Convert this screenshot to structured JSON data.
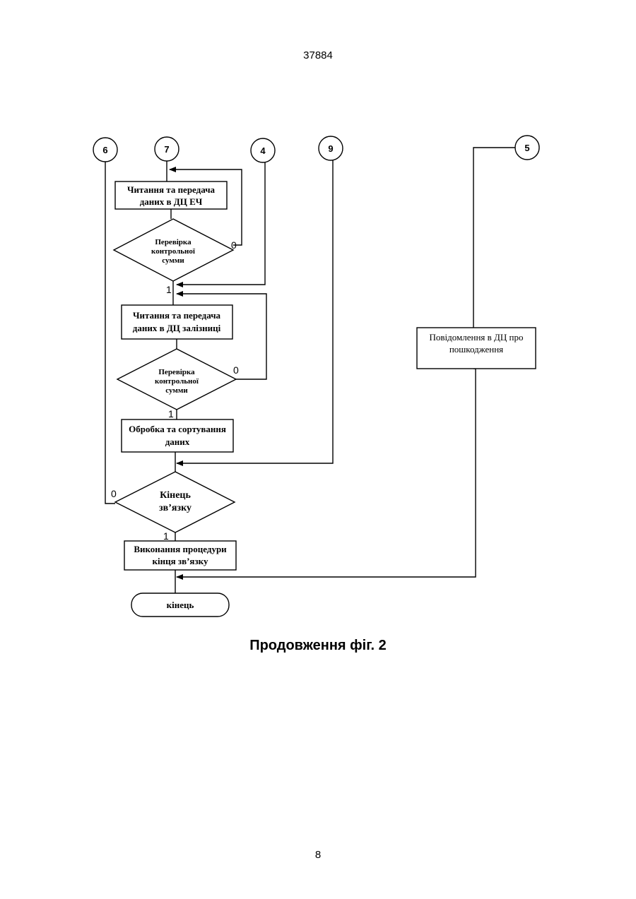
{
  "header": {
    "page_code": "37884"
  },
  "footer": {
    "page_number": "8"
  },
  "caption": "Продовження фіг. 2",
  "connectors": {
    "c6": "6",
    "c7": "7",
    "c4": "4",
    "c9": "9",
    "c5": "5"
  },
  "nodes": {
    "read_ech": [
      "Читання та передача",
      "даних в ДЦ ЕЧ"
    ],
    "checksum1": [
      "Перевірка",
      "контрольної",
      "сумми"
    ],
    "read_rail": [
      "Читання та передача",
      "даних в ДЦ залізниці"
    ],
    "checksum2": [
      "Перевірка",
      "контрольної",
      "сумми"
    ],
    "process": [
      "Обробка та сортування",
      "даних"
    ],
    "end_conn": [
      "Кінець",
      "зв’язку"
    ],
    "end_proc": [
      "Виконання процедури",
      "кінця зв’язку"
    ],
    "terminator": "кінець",
    "damage_msg": [
      "Повідомлення в ДЦ про",
      "пошкодження"
    ]
  },
  "branches": {
    "checksum1_no": "0",
    "checksum1_yes": "1",
    "checksum2_no": "0",
    "checksum2_yes": "1",
    "end_conn_no": "0",
    "end_conn_yes": "1"
  }
}
